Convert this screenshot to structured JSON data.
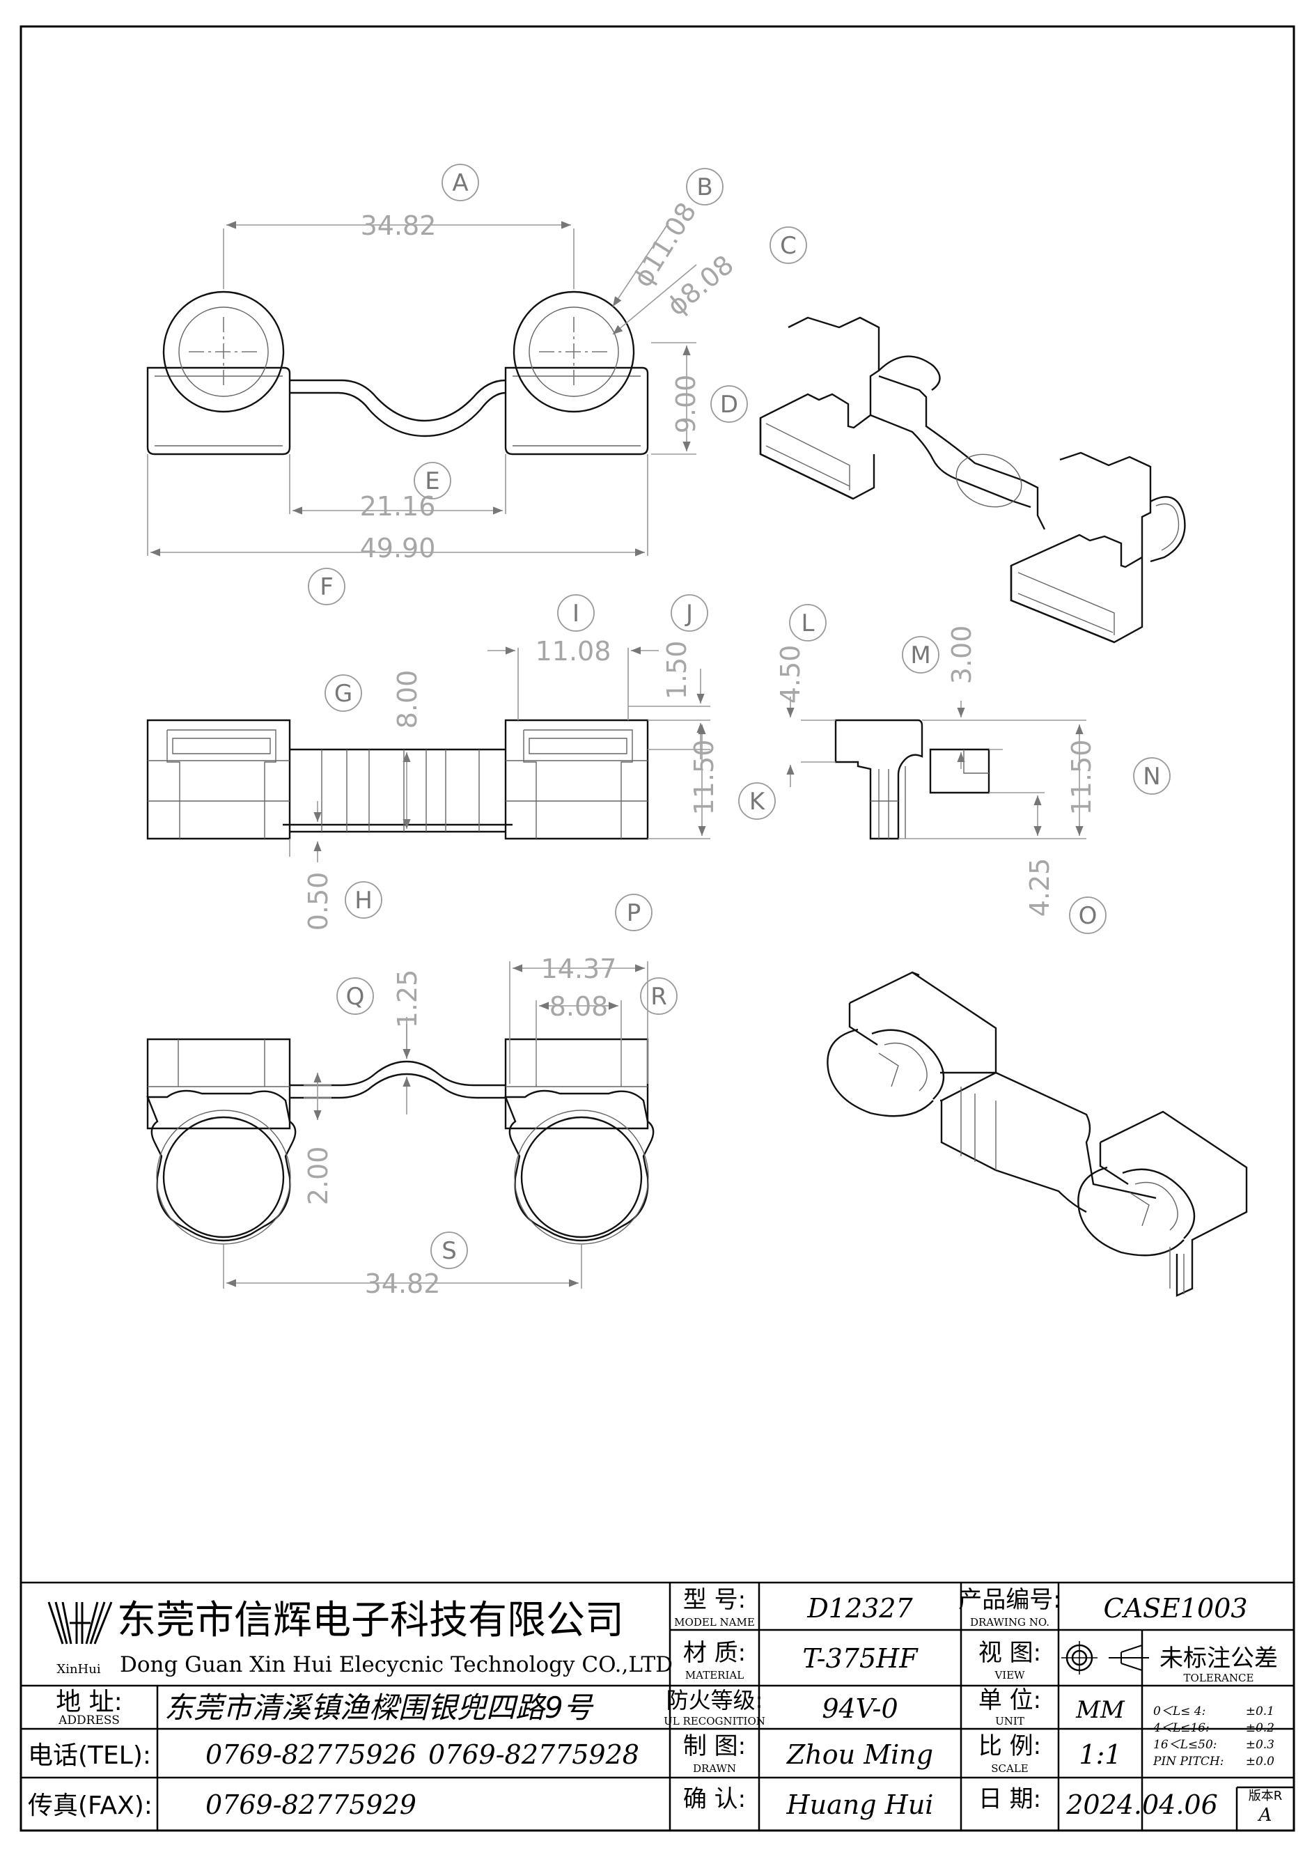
{
  "views": {
    "top": {
      "callouts": {
        "A": "A",
        "B": "B",
        "C": "C",
        "D": "D",
        "E": "E",
        "F": "F"
      },
      "dims": {
        "pitch": "34.82",
        "outer_dia": "ϕ11.08",
        "inner_dia": "ϕ8.08",
        "height": "9.00",
        "gap": "21.16",
        "overall": "49.90"
      }
    },
    "front": {
      "callouts": {
        "G": "G",
        "H": "H",
        "I": "I",
        "J": "J",
        "K": "K"
      },
      "dims": {
        "width": "11.08",
        "top_lip": "1.50",
        "height_a": "8.00",
        "height_b": "11.50",
        "strap": "0.50"
      }
    },
    "side": {
      "callouts": {
        "L": "L",
        "M": "M",
        "N": "N",
        "O": "O"
      },
      "dims": {
        "top": "4.50",
        "tab": "3.00",
        "height": "11.50",
        "bottom": "4.25"
      }
    },
    "bottom": {
      "callouts": {
        "P": "P",
        "Q": "Q",
        "R": "R",
        "S": "S"
      },
      "dims": {
        "width": "14.37",
        "inner": "8.08",
        "strap_t": "1.25",
        "strap_h": "2.00",
        "pitch": "34.82"
      }
    }
  },
  "title_block": {
    "company_cn": "东莞市信辉电子科技有限公司",
    "company_en": "Dong Guan Xin Hui Elecycnic Technology CO.,LTD",
    "logo_text": "XinHui",
    "address_label_cn": "地 址:",
    "address_label_en": "ADDRESS",
    "address": "东莞市清溪镇渔樑围银兜四路9号",
    "tel_label": "电话(TEL):",
    "tel_1": "0769-82775926",
    "tel_2": "0769-82775928",
    "fax_label": "传真(FAX):",
    "fax": "0769-82775929",
    "model_label_cn": "型 号:",
    "model_label_en": "MODEL NAME",
    "model": "D12327",
    "material_label_cn": "材 质:",
    "material_label_en": "MATERIAL",
    "material": "T-375HF",
    "fire_label_cn": "防火等级:",
    "fire_label_en": "UL RECOGNITION",
    "fire": "94V-0",
    "drawn_label_cn": "制 图:",
    "drawn_label_en": "DRAWN",
    "drawn": "Zhou Ming",
    "confirm_label_cn": "确 认:",
    "confirm": "Huang Hui",
    "drawing_no_label_cn": "产品编号:",
    "drawing_no_label_en": "DRAWING NO.",
    "drawing_no": "CASE1003",
    "view_label_cn": "视 图:",
    "view_label_en": "VIEW",
    "unit_label_cn": "单 位:",
    "unit_label_en": "UNIT",
    "unit": "MM",
    "scale_label_cn": "比 例:",
    "scale_label_en": "SCALE",
    "scale": "1:1",
    "date_label_cn": "日 期:",
    "date": "2024.04.06",
    "tolerance_label_cn": "未标注公差",
    "tolerance_label_en": "TOLERANCE",
    "tolerances": [
      {
        "range": "0＜L≤ 4:",
        "value": "±0.1"
      },
      {
        "range": "4＜L≤16:",
        "value": "±0.2"
      },
      {
        "range": "16＜L≤50:",
        "value": "±0.3"
      },
      {
        "range": "PIN PITCH:",
        "value": "±0.0"
      }
    ],
    "version_label": "版本R",
    "version": "A"
  }
}
